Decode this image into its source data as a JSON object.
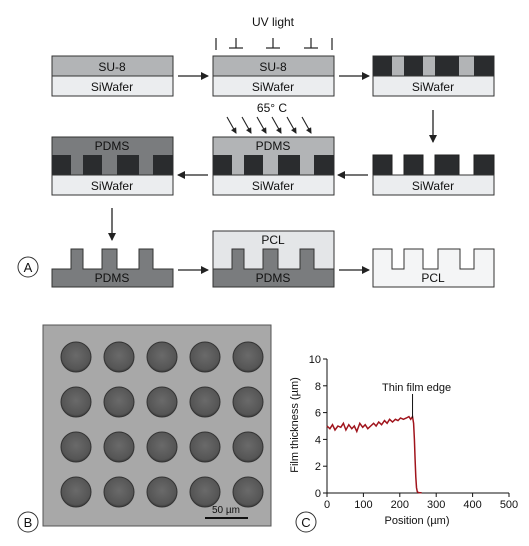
{
  "panel_labels": {
    "a": "A",
    "b": "B",
    "c": "C"
  },
  "materials": {
    "su8": "SU-8",
    "wafer": "SiWafer",
    "pdms": "PDMS",
    "pcl": "PCL"
  },
  "annotations": {
    "uv": "UV light",
    "temperature": "65° C",
    "scale_bar": "50 µm"
  },
  "micrograph": {
    "rows": 4,
    "cols": 5
  },
  "colors": {
    "wafer": "#ebedef",
    "su8": "#b2b4b6",
    "exposed": "#2a2c2e",
    "pdms": "#7a7c7e",
    "pcl": "#e4e6e8",
    "micrograph_bg": "#a8a8a8",
    "well": "#5f5f5f",
    "curve": "#a0141c"
  },
  "chart_data": {
    "type": "line",
    "xlabel": "Position (µm)",
    "ylabel": "Film thickness (µm)",
    "xlim": [
      0,
      500
    ],
    "ylim": [
      0,
      10
    ],
    "xticks": [
      "0",
      "100",
      "200",
      "300",
      "400",
      "500"
    ],
    "yticks": [
      "0",
      "2",
      "4",
      "6",
      "8",
      "10"
    ],
    "annotation": "Thin film edge",
    "annotation_point": [
      235,
      5.6
    ],
    "grid": false,
    "series": [
      {
        "x": [
          0,
          8,
          15,
          22,
          30,
          38,
          45,
          52,
          60,
          68,
          75,
          82,
          90,
          98,
          105,
          112,
          120,
          128,
          135,
          142,
          150,
          158,
          165,
          172,
          180,
          188,
          195,
          202,
          210,
          218,
          225,
          230,
          235,
          238,
          240,
          242,
          244,
          246,
          248,
          250,
          254,
          260
        ],
        "y": [
          5.0,
          4.8,
          5.1,
          4.7,
          5.0,
          4.9,
          5.2,
          4.7,
          5.1,
          4.8,
          5.0,
          4.6,
          5.2,
          4.9,
          5.1,
          4.8,
          5.0,
          5.2,
          5.0,
          5.3,
          5.1,
          5.4,
          5.2,
          5.5,
          5.3,
          5.5,
          5.4,
          5.6,
          5.5,
          5.6,
          5.7,
          5.5,
          5.7,
          5.2,
          4.0,
          2.5,
          1.2,
          0.4,
          0.1,
          0.05,
          0.02,
          0.02
        ]
      }
    ]
  }
}
